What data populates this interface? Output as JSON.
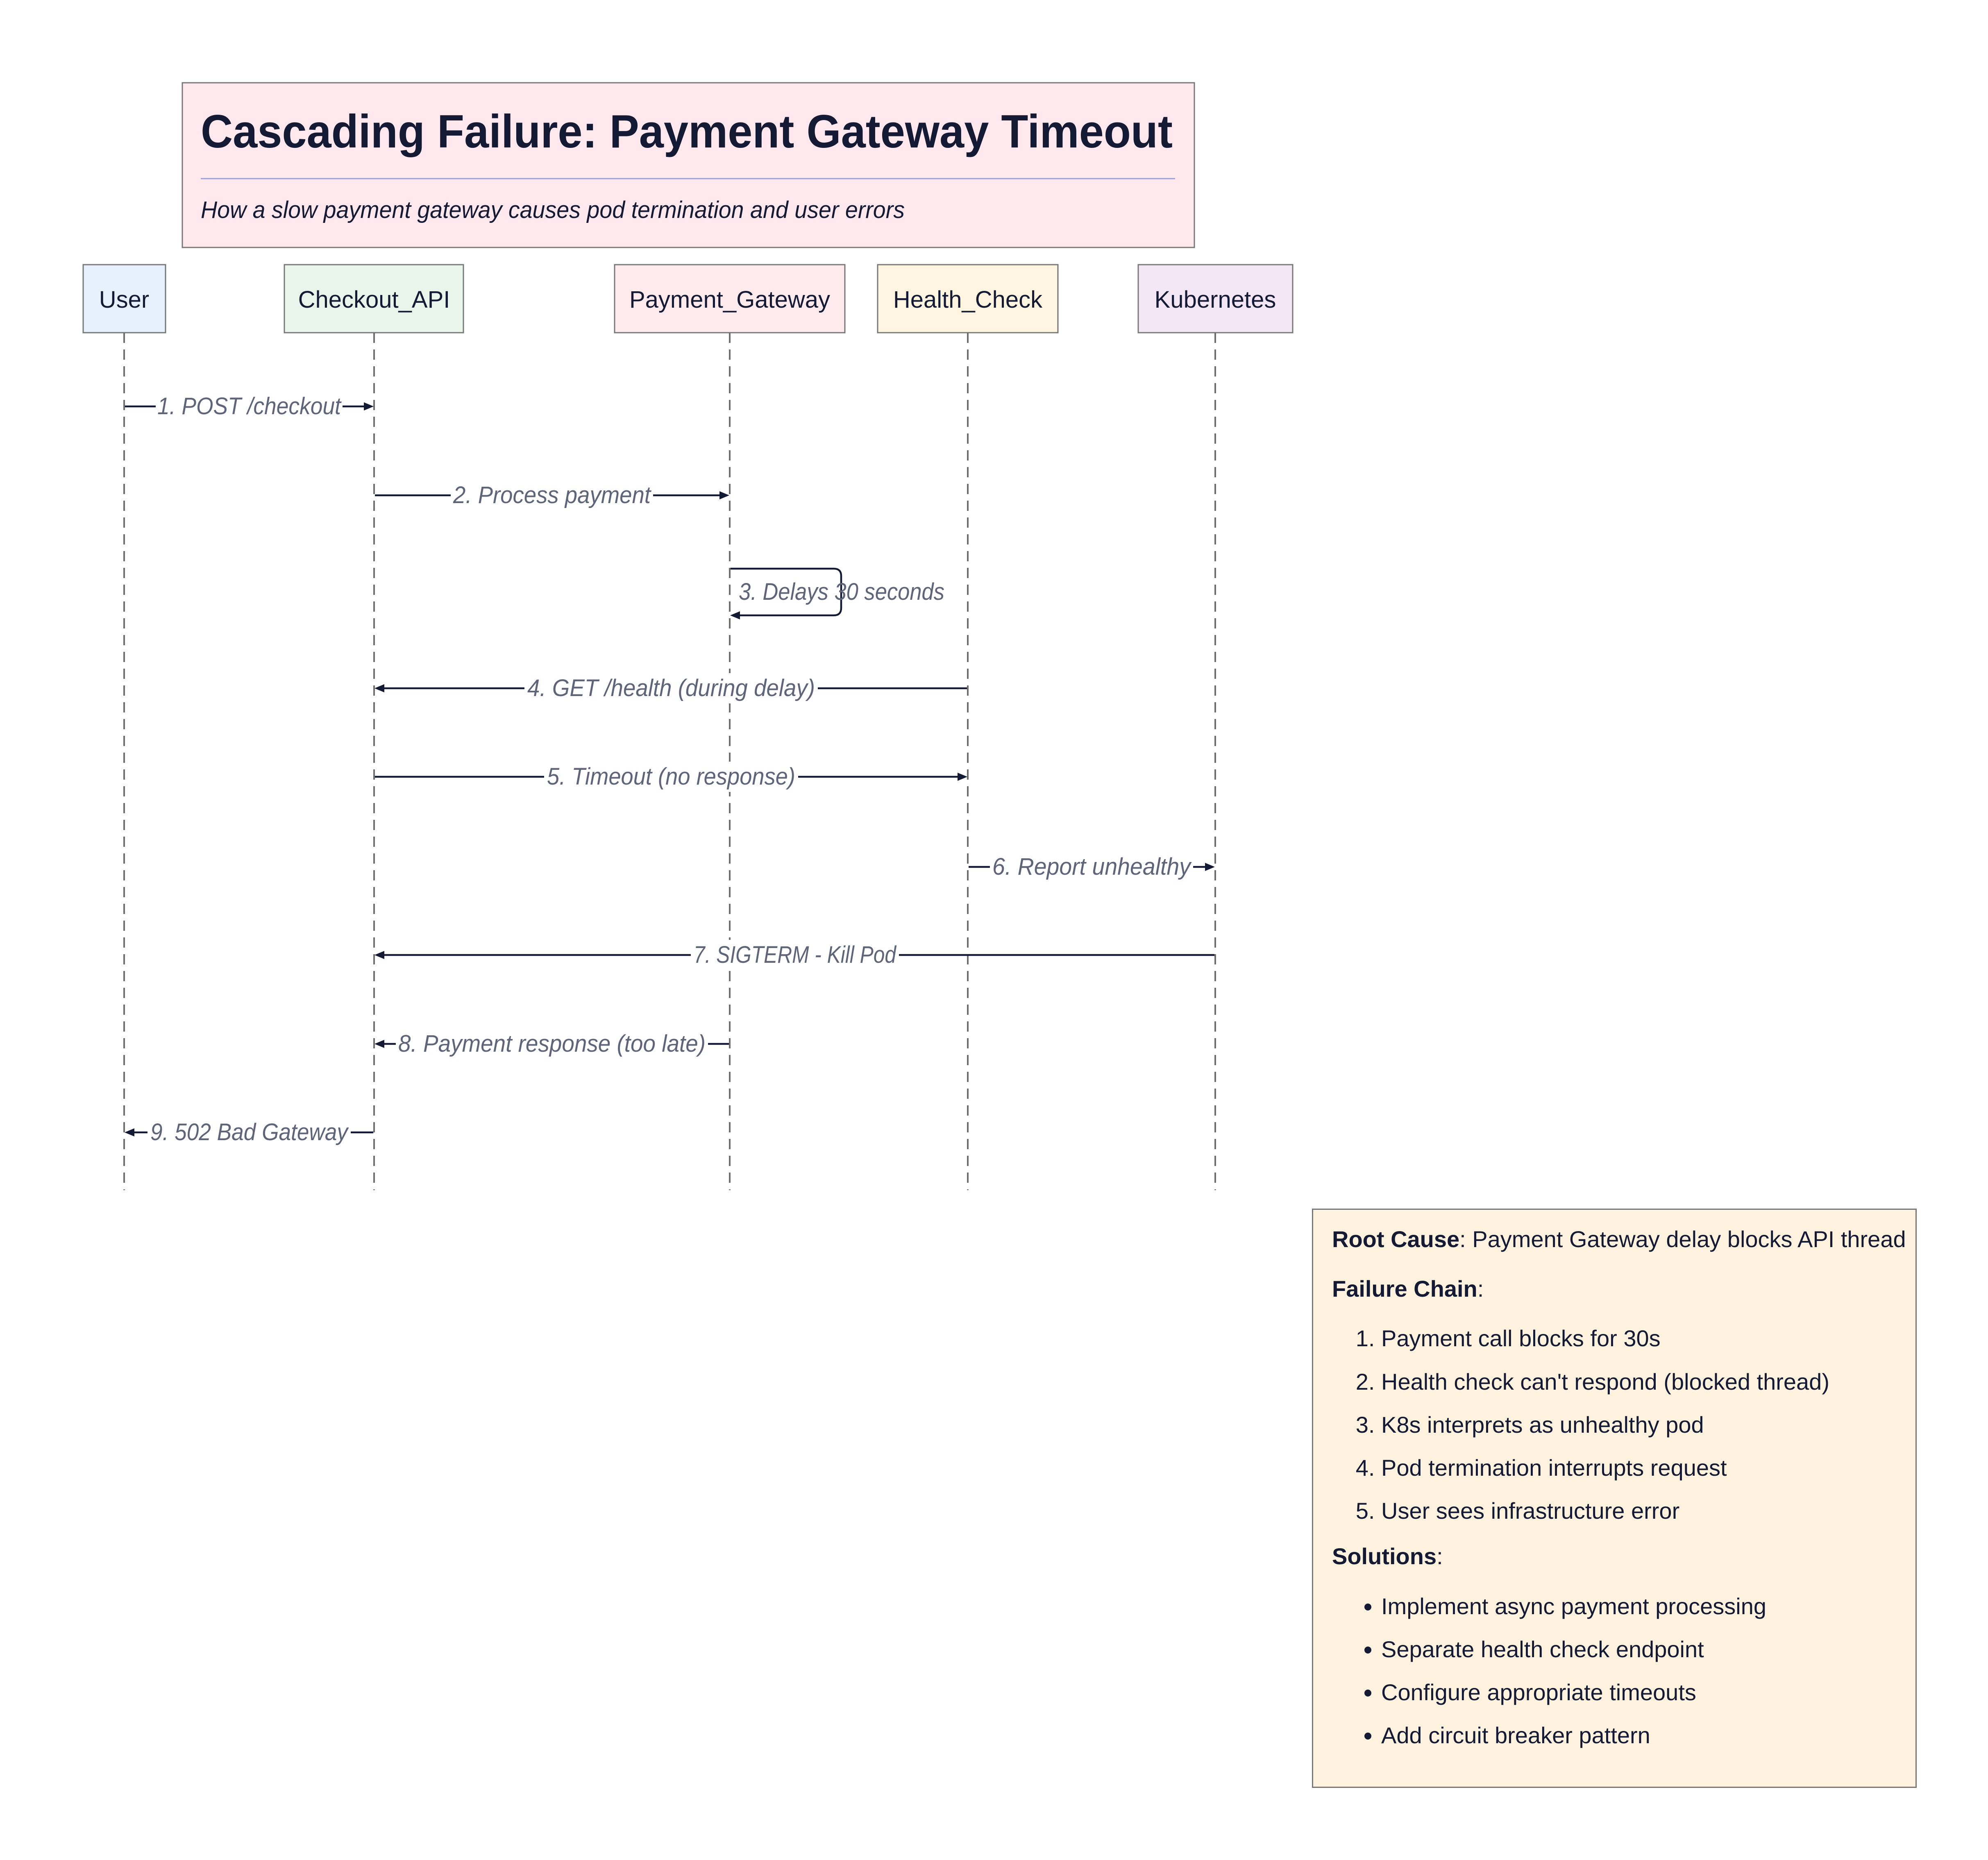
{
  "title": "Cascading Failure: Payment Gateway Timeout",
  "subtitle": "How a slow payment gateway causes pod termination and user errors",
  "colors": {
    "title_box_fill": "#ffe9ee",
    "text_dark": "#141a33",
    "message_label": "#5f6478",
    "divider": "#9aa0d8"
  },
  "participants": [
    {
      "id": "user",
      "label": "User",
      "fill": "#e6f1fd"
    },
    {
      "id": "checkout",
      "label": "Checkout_API",
      "fill": "#e9f5ea"
    },
    {
      "id": "gateway",
      "label": "Payment_Gateway",
      "fill": "#ffeaee"
    },
    {
      "id": "health",
      "label": "Health_Check",
      "fill": "#fff5e1"
    },
    {
      "id": "k8s",
      "label": "Kubernetes",
      "fill": "#f3e7f6"
    }
  ],
  "messages": [
    {
      "from": "user",
      "to": "checkout",
      "label": "1. POST /checkout"
    },
    {
      "from": "checkout",
      "to": "gateway",
      "label": "2. Process payment"
    },
    {
      "from": "gateway",
      "to": "gateway",
      "label": "3. Delays 30 seconds"
    },
    {
      "from": "health",
      "to": "checkout",
      "label": "4. GET /health (during delay)"
    },
    {
      "from": "checkout",
      "to": "health",
      "label": "5. Timeout (no response)"
    },
    {
      "from": "health",
      "to": "k8s",
      "label": "6. Report unhealthy"
    },
    {
      "from": "k8s",
      "to": "checkout",
      "label": "7. SIGTERM - Kill Pod"
    },
    {
      "from": "gateway",
      "to": "checkout",
      "label": "8. Payment response (too late)"
    },
    {
      "from": "checkout",
      "to": "user",
      "label": "9. 502 Bad Gateway"
    }
  ],
  "notes": {
    "root_cause_label": "Root Cause",
    "root_cause_text": ": Payment Gateway delay blocks API thread",
    "failure_chain_label": "Failure Chain",
    "failure_chain_suffix": ":",
    "failure_chain": [
      "Payment call blocks for 30s",
      "Health check can't respond (blocked thread)",
      "K8s interprets as unhealthy pod",
      "Pod termination interrupts request",
      "User sees infrastructure error"
    ],
    "solutions_label": "Solutions",
    "solutions_suffix": ":",
    "solutions": [
      "Implement async payment processing",
      "Separate health check endpoint",
      "Configure appropriate timeouts",
      "Add circuit breaker pattern"
    ],
    "fill": "#fff2df"
  }
}
